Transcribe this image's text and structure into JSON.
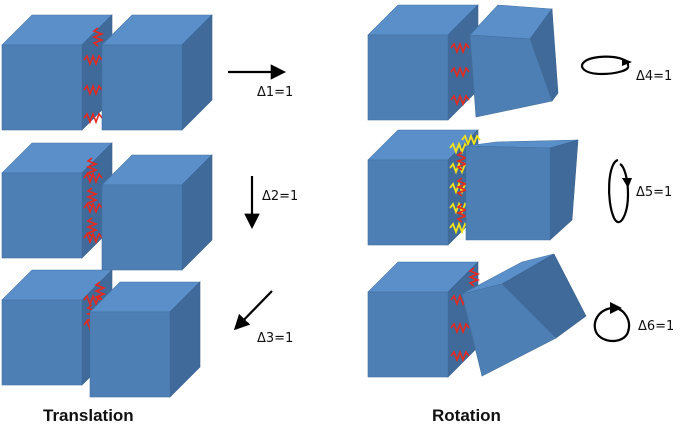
{
  "captions": {
    "translation": "Translation",
    "rotation": "Rotation"
  },
  "modes": [
    {
      "label": "Δ1=1"
    },
    {
      "label": "Δ2=1"
    },
    {
      "label": "Δ3=1"
    },
    {
      "label": "Δ4=1"
    },
    {
      "label": "Δ5=1"
    },
    {
      "label": "Δ6=1"
    }
  ],
  "colors": {
    "cube_front": "#4e7fb4",
    "cube_top": "#5b8fc9",
    "cube_side": "#3f6a99",
    "spring_red": "#e8281c",
    "spring_yellow": "#f3e21a",
    "arrow": "#000000"
  }
}
